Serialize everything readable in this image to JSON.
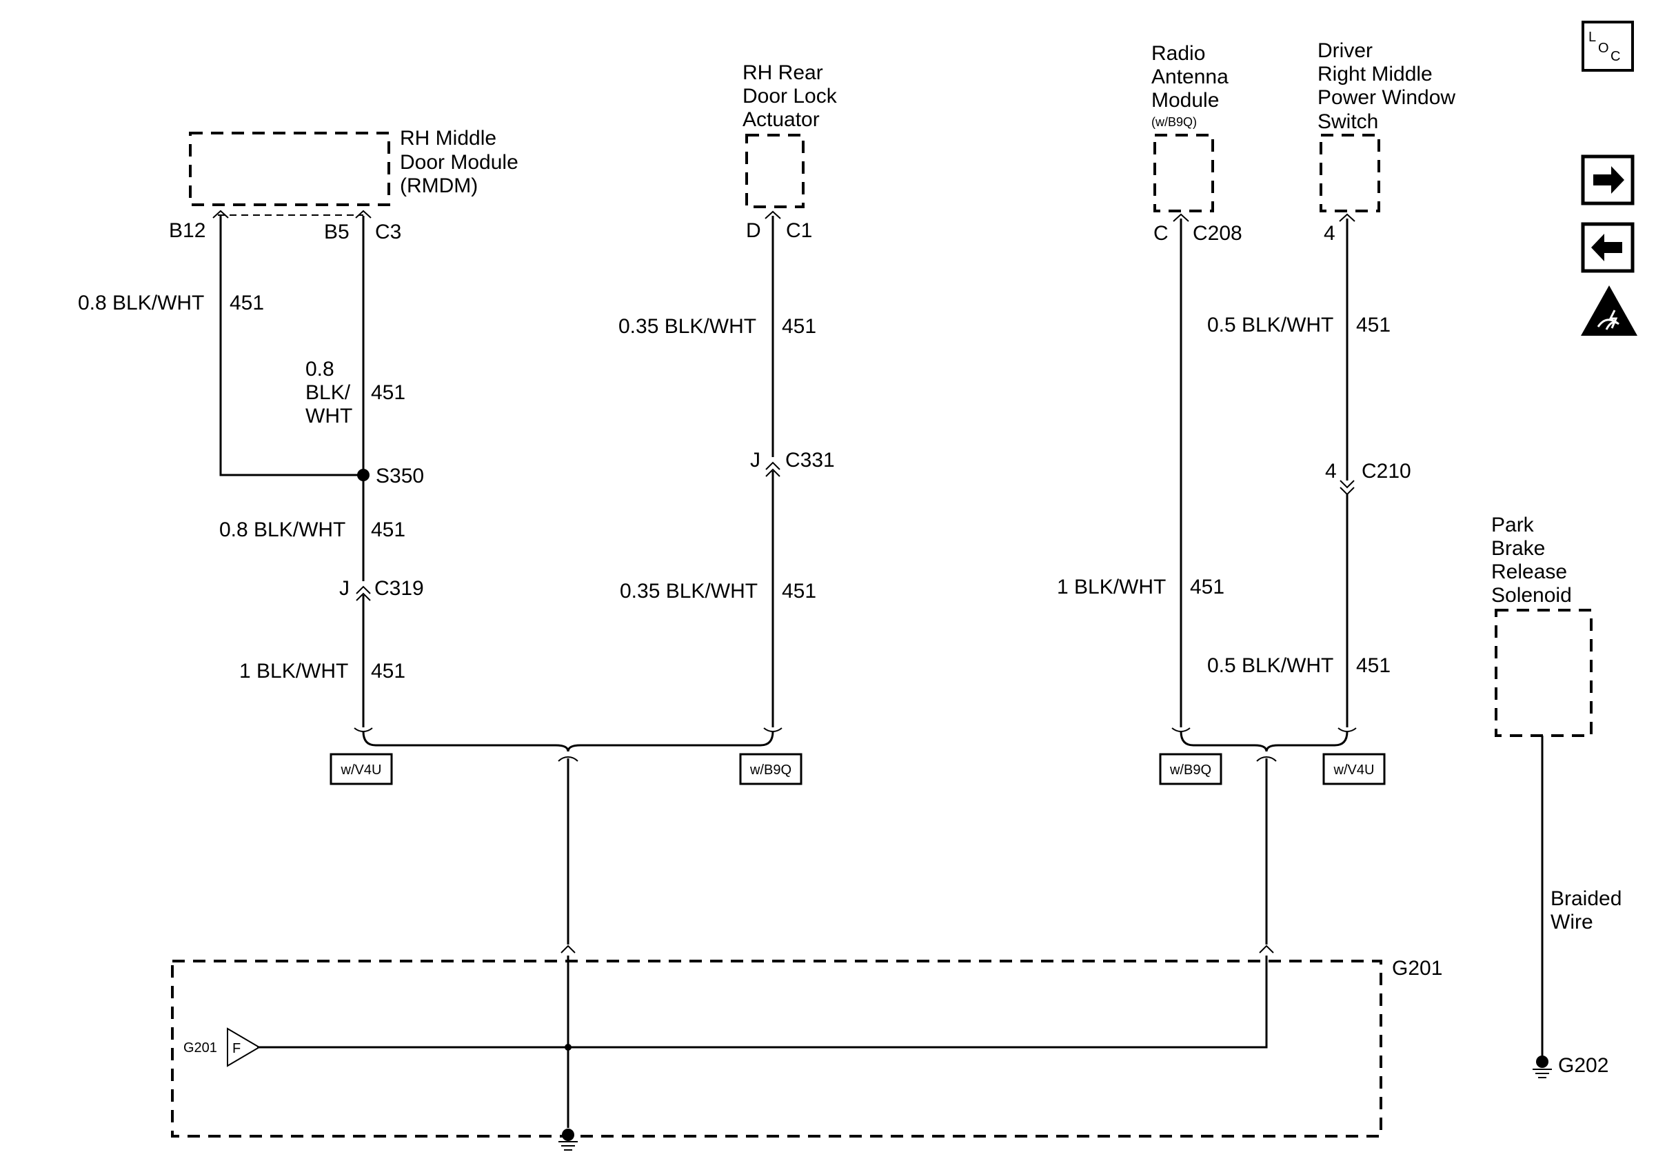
{
  "components": {
    "rmdm": {
      "line1": "RH Middle",
      "line2": "Door Module",
      "line3": "(RMDM)"
    },
    "door_lock": {
      "line1": "RH Rear",
      "line2": "Door Lock",
      "line3": "Actuator"
    },
    "antenna": {
      "line1": "Radio",
      "line2": "Antenna",
      "line3": "Module",
      "option": "(w/B9Q)"
    },
    "window_switch": {
      "line1": "Driver",
      "line2": "Right Middle",
      "line3": "Power Window",
      "line4": "Switch"
    },
    "park_brake": {
      "line1": "Park",
      "line2": "Brake",
      "line3": "Release",
      "line4": "Solenoid"
    }
  },
  "pins": {
    "b12": "B12",
    "b5": "B5",
    "c3": "C3",
    "d": "D",
    "c1": "C1",
    "c": "C",
    "c208": "C208",
    "p4": "4"
  },
  "inline_connectors": {
    "c331_pin": "J",
    "c331": "C331",
    "c319_pin": "J",
    "c319": "C319",
    "c210_pin": "4",
    "c210": "C210"
  },
  "splice": {
    "s350": "S350"
  },
  "wires": {
    "rmdm_b12": {
      "label": "0.8 BLK/WHT",
      "circuit": "451"
    },
    "rmdm_c3": {
      "line1": "0.8",
      "line2": "BLK/",
      "line3": "WHT",
      "circuit": "451"
    },
    "s350_down": {
      "label": "0.8 BLK/WHT",
      "circuit": "451"
    },
    "c319_down": {
      "label": "1 BLK/WHT",
      "circuit": "451"
    },
    "lock_upper": {
      "label": "0.35 BLK/WHT",
      "circuit": "451"
    },
    "lock_lower": {
      "label": "0.35 BLK/WHT",
      "circuit": "451"
    },
    "antenna": {
      "label": "1 BLK/WHT",
      "circuit": "451"
    },
    "switch_upper": {
      "label": "0.5 BLK/WHT",
      "circuit": "451"
    },
    "switch_lower": {
      "label": "0.5 BLK/WHT",
      "circuit": "451"
    }
  },
  "options": {
    "left_v4u": "w/V4U",
    "left_b9q": "w/B9Q",
    "right_b9q": "w/B9Q",
    "right_v4u": "w/V4U"
  },
  "grounds": {
    "g201": "G201",
    "g201_inner": "G201",
    "g201_pin": "F",
    "braided_line1": "Braided",
    "braided_line2": "Wire",
    "g202": "G202"
  },
  "side_icons": {
    "loc_l": "L",
    "loc_o": "O",
    "loc_c": "C",
    "next": "arrow-right-icon",
    "prev": "arrow-left-icon",
    "esd": "esd-warning-icon"
  }
}
